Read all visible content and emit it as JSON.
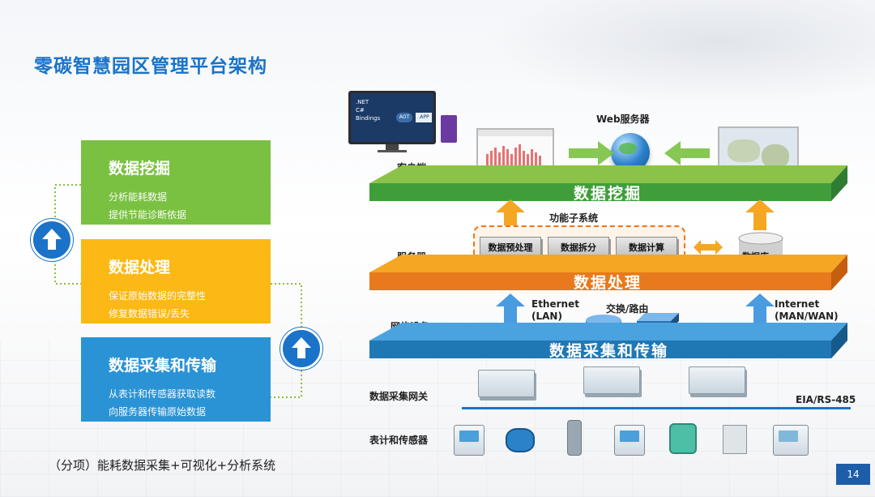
{
  "title": "零碳智慧园区管理平台架构",
  "left_cards": [
    {
      "title": "数据挖掘",
      "lines": [
        "分析能耗数据",
        "提供节能诊断依据"
      ],
      "color": "#7ac142"
    },
    {
      "title": "数据处理",
      "lines": [
        "保证原始数据的完整性",
        "修复数据错误/丢失"
      ],
      "color": "#fcb814"
    },
    {
      "title": "数据采集和传输",
      "lines": [
        "从表计和传感器获取读数",
        "向服务器传输原始数据"
      ],
      "color": "#2a93d5"
    }
  ],
  "caption": "（分项）能耗数据采集+可视化+分析系统",
  "page_number": "14",
  "diagram": {
    "web_server": "Web服务器",
    "client_label": "客户端",
    "layer_mining": "数据挖掘",
    "subsystem_label": "功能子系统",
    "server_label": "服务器",
    "subsystems": [
      "数据预处理",
      "数据拆分",
      "数据计算"
    ],
    "database": "数据库",
    "layer_processing": "数据处理",
    "network_label": "网络设备",
    "ethernet": [
      "Ethernet",
      "(LAN)"
    ],
    "switch_label": "交换/路由",
    "internet": [
      "Internet",
      "(MAN/WAN)"
    ],
    "layer_collection": "数据采集和传输",
    "gateway_label": "数据采集网关",
    "bus_label": "EIA/RS-485",
    "meters_label": "表计和传感器",
    "software_box": {
      "lines": [
        ".NET",
        "C#",
        "Bindings"
      ],
      "aot": "AOT",
      "app": ".APP"
    }
  },
  "colors": {
    "accent": "#1a73c8",
    "green_layer": "#3f9e3a",
    "orange_layer": "#e8791c",
    "blue_layer": "#1f78b4"
  }
}
